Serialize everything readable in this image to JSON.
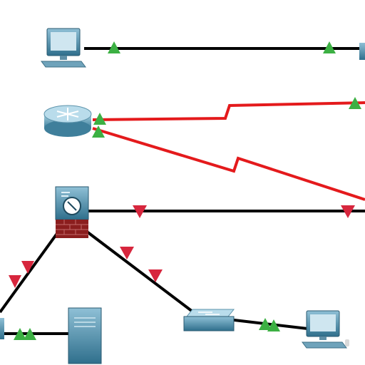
{
  "diagram": {
    "devices": [
      {
        "id": "pc-top",
        "kind": "pc-icon"
      },
      {
        "id": "pc-top-right-partial",
        "kind": "pc-icon"
      },
      {
        "id": "router",
        "kind": "router-icon"
      },
      {
        "id": "firewall",
        "kind": "firewall-icon"
      },
      {
        "id": "switch",
        "kind": "switch-icon"
      },
      {
        "id": "server",
        "kind": "server-icon"
      },
      {
        "id": "pc-bottom-right",
        "kind": "pc-icon"
      },
      {
        "id": "device-bottom-left-partial",
        "kind": "device-icon"
      }
    ],
    "links": [
      {
        "from": "pc-top",
        "to": "pc-top-right-partial",
        "type": "ethernet",
        "color": "#000000",
        "status": [
          "up",
          "up"
        ]
      },
      {
        "from": "router",
        "to": "offscreen-right-1",
        "type": "serial",
        "color": "#e41a1c",
        "status": [
          "up",
          "up"
        ]
      },
      {
        "from": "router",
        "to": "offscreen-right-2",
        "type": "serial",
        "color": "#e41a1c",
        "status": [
          "up",
          "none"
        ]
      },
      {
        "from": "firewall",
        "to": "offscreen-right-3",
        "type": "ethernet",
        "color": "#000000",
        "status": [
          "down",
          "down"
        ]
      },
      {
        "from": "firewall",
        "to": "device-bottom-left-partial",
        "type": "ethernet",
        "color": "#000000",
        "status": [
          "down",
          "down"
        ]
      },
      {
        "from": "firewall",
        "to": "switch",
        "type": "ethernet",
        "color": "#000000",
        "status": [
          "down",
          "down"
        ]
      },
      {
        "from": "device-bottom-left-partial",
        "to": "server",
        "type": "ethernet",
        "color": "#000000",
        "status": [
          "up",
          "up"
        ]
      },
      {
        "from": "switch",
        "to": "pc-bottom-right",
        "type": "ethernet",
        "color": "#000000",
        "status": [
          "up",
          "up"
        ]
      }
    ],
    "colors": {
      "link_up": "#3cb043",
      "link_down": "#d7263d",
      "serial": "#e41a1c",
      "ethernet": "#000000",
      "device_blue": "#4d8fa8",
      "firewall_brick": "#8b1e1e"
    }
  }
}
